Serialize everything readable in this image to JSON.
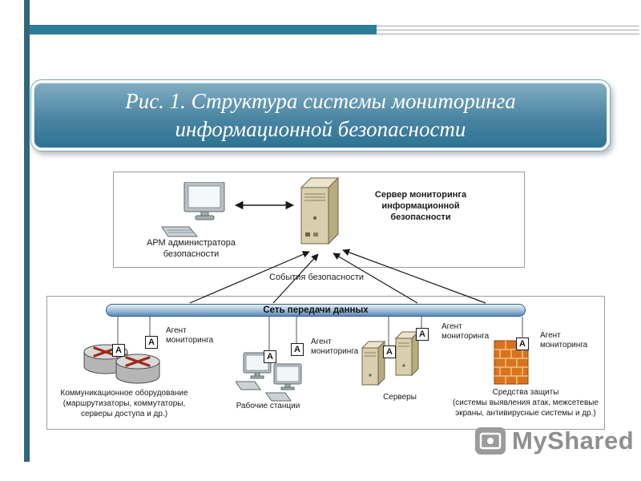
{
  "slide": {
    "title": "Рис. 1. Структура системы мониторинга\nинформационной безопасности"
  },
  "diagram": {
    "admin_workstation_label": "АРМ администратора\nбезопасности",
    "monitoring_server_label": "Сервер мониторинга\nинформационной\nбезопасности",
    "events_label": "События безопасности",
    "network_label": "Сеть передачи данных",
    "agent_letter": "А",
    "agent_label": "Агент\nмониторинга",
    "captions": {
      "comm_equipment": "Коммуникационное оборудование\n(маршрутизаторы, коммутаторы,\nсерверы доступа и др.)",
      "workstations": "Рабочие станции",
      "servers": "Серверы",
      "protection": "Средства защиты\n(системы выявления атак, межсетевые\nэкраны, антивирусные системы и др.)"
    }
  },
  "watermark": {
    "text": "MyShared"
  },
  "colors": {
    "accent_teal": "#2c7d99",
    "left_bar": "#31657a",
    "title_gradient_top": "#83adc2",
    "title_gradient_bottom": "#2d7394",
    "network_bar": "#5d88b4",
    "router_x_red": "#9b2b1c",
    "brick_orange": "#d9731f",
    "server_tan": "#d9cfae"
  }
}
